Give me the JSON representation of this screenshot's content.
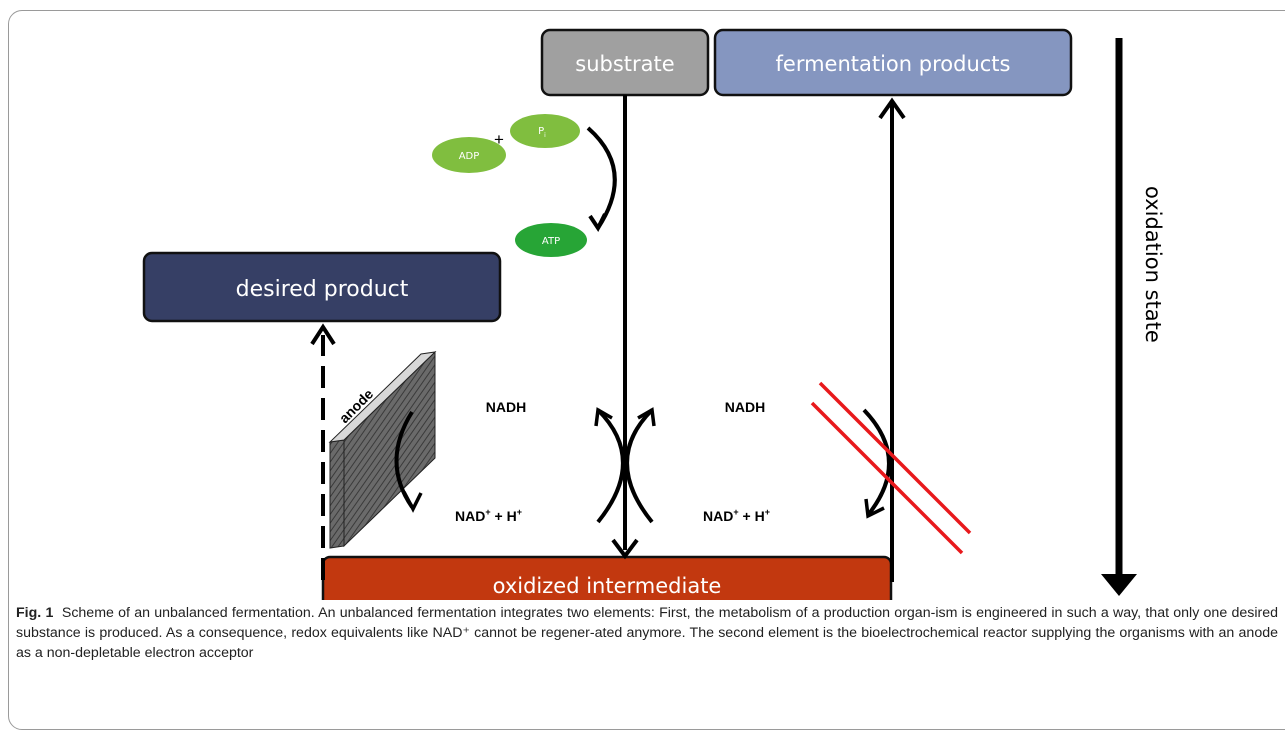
{
  "boxes": {
    "substrate": "substrate",
    "fermentation_products": "fermentation products",
    "desired_product": "desired product",
    "oxidized_intermediate": "oxidized intermediate"
  },
  "atp_cycle": {
    "adp": "ADP",
    "plus": "+",
    "pi_main": "P",
    "pi_sub": "i",
    "atp": "ATP"
  },
  "electrode": {
    "anode": "anode"
  },
  "redox": {
    "nadh": "NADH",
    "nad": "NAD",
    "nad_plus_sup": "+",
    "h_part": " + H",
    "h_sup": "+"
  },
  "axis_label": "oxidation state",
  "colors": {
    "substrate": "#a0a0a0",
    "fermentation_products": "#8596c0",
    "desired_product": "#363f65",
    "oxidized_intermediate": "#c2380f",
    "adp": "#80be3f",
    "pi": "#80be3f",
    "atp": "#27a536",
    "blocked_pathway": "#e8191c"
  },
  "caption": {
    "fig_label": "Fig. 1",
    "text": "Scheme of an unbalanced fermentation. An unbalanced fermentation integrates two elements: First, the metabolism of a production organ-ism is engineered in such a way, that only one desired substance is produced. As a consequence, redox equivalents like NAD⁺ cannot be regener-ated anymore. The second element is the bioelectrochemical reactor supplying the organisms with an anode as a non-depletable electron acceptor"
  }
}
